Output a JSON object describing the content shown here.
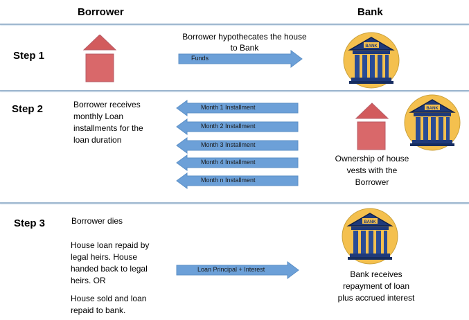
{
  "headers": {
    "borrower": "Borrower",
    "bank": "Bank"
  },
  "steps": [
    {
      "label": "Step 1",
      "arrow_title": "Borrower hypothecates the house\nto Bank",
      "arrow_label": "Funds"
    },
    {
      "label": "Step 2",
      "borrower_text": "Borrower receives\nmonthly Loan\ninstallments for the\nloan duration",
      "installments": [
        "Month 1 Installment",
        "Month 2 Installment",
        "Month 3 Installment",
        "Month 4 Installment",
        "Month n Installment"
      ],
      "ownership_text": "Ownership of house\nvests with the\nBorrower"
    },
    {
      "label": "Step 3",
      "borrower_dies": "Borrower dies",
      "repaid_text": "House loan repaid by\nlegal heirs. House\nhanded back to legal\nheirs.   OR",
      "sold_text": "House sold and loan\nrepaid to bank.",
      "arrow_label": "Loan Principal + Interest",
      "bank_text": "Bank receives\nrepayment of loan\nplus accrued interest"
    }
  ],
  "bank_icon_label": "BANK",
  "colors": {
    "house": "#d9686a",
    "roof": "#d25b5d",
    "arrow": "#6ca0d8",
    "rule": "#9eb7cf",
    "bank_disc": "#f4c04e",
    "bank_body": "#1f3a7a"
  }
}
